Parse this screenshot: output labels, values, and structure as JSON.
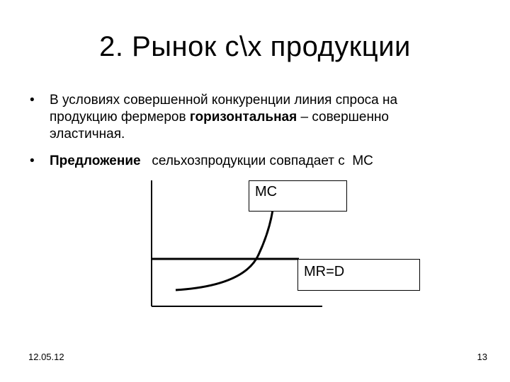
{
  "slide": {
    "title": "2. Рынок с\\х продукции",
    "bullets": [
      {
        "marker": "•",
        "line1": "В условиях  совершенной конкуренции линия спроса на",
        "line2_normal": "продукцию фермеров ",
        "line2_bold": "горизонтальная",
        "line2_tail": " – совершенно",
        "line3": "эластичная."
      },
      {
        "marker": "•",
        "bold": "Предложение",
        "rest": "   сельхозпродукции совпадает с  МС"
      }
    ],
    "diagram": {
      "mc_label": "MC",
      "mr_label": "MR=D"
    },
    "footer": {
      "date": "12.05.12",
      "page_number": "13"
    }
  }
}
